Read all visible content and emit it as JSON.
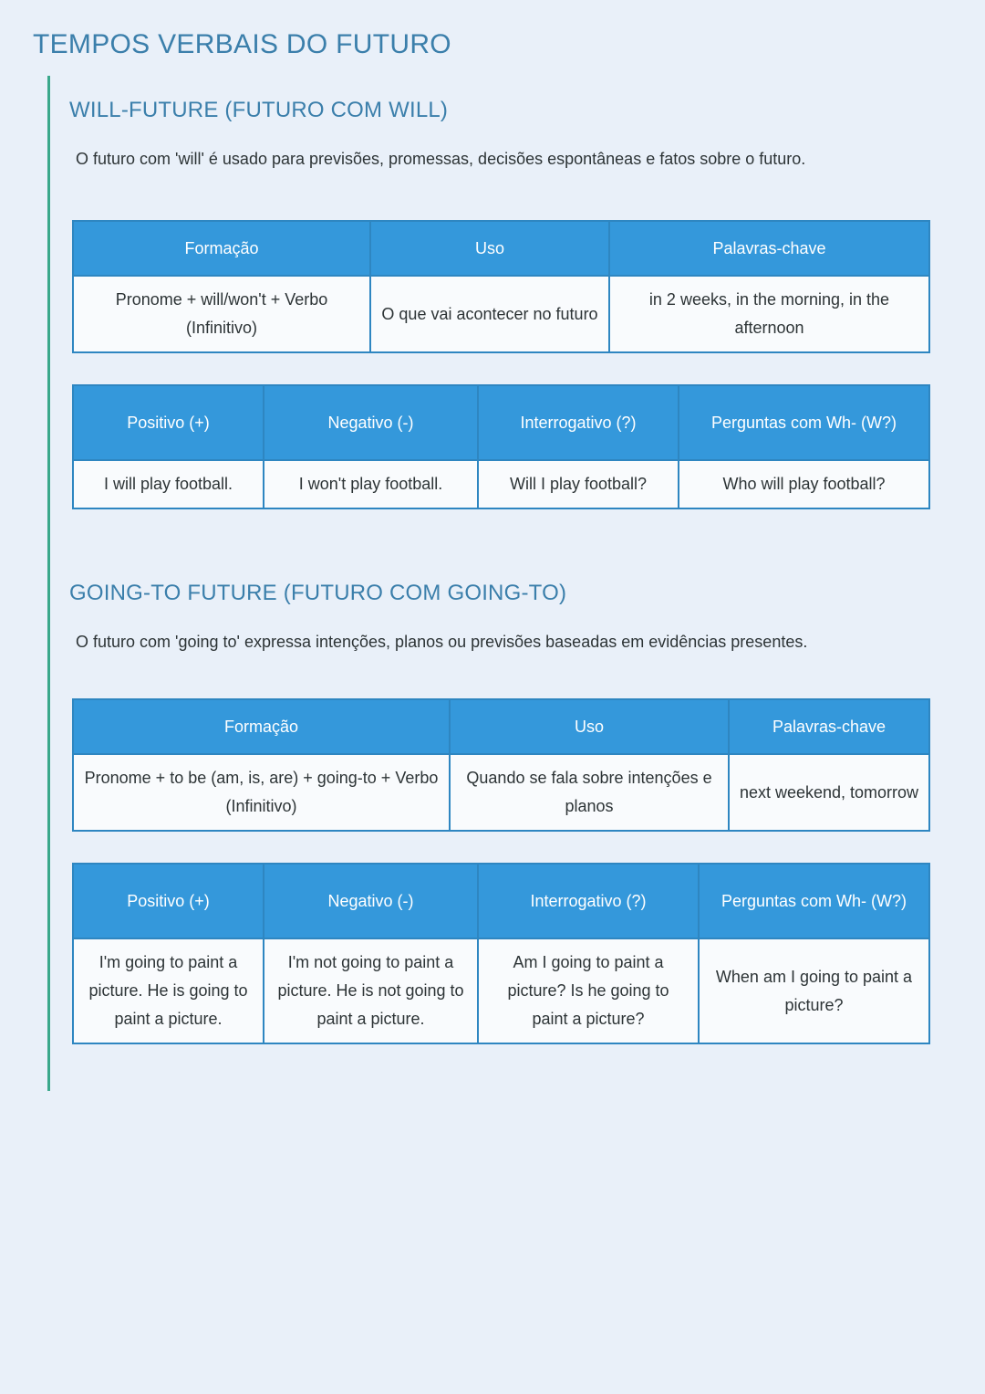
{
  "document": {
    "title": "TEMPOS VERBAIS DO FUTURO"
  },
  "colors": {
    "page_background": "#e9f0f9",
    "title_blue": "#3b7fab",
    "header_blue": "#3498db",
    "border_blue": "#2e86c1",
    "accent_green": "#3aa88b",
    "body_text": "#2d3436",
    "cell_background": "#f9fbfd"
  },
  "sections": [
    {
      "id": "will",
      "heading": "WILL-FUTURE (FUTURO COM WILL)",
      "description": "O futuro com 'will' é usado para previsões, promessas, decisões espontâneas e fatos sobre o futuro.",
      "tables": [
        {
          "id": "will-formation",
          "headers": [
            "Formação",
            "Uso",
            "Palavras-chave"
          ],
          "rows": [
            [
              "Pronome + will/won't + Verbo (Infinitivo)",
              "O que vai acontecer no futuro",
              "in 2 weeks, in the morning, in the afternoon"
            ]
          ]
        },
        {
          "id": "will-forms",
          "headers": [
            "Positivo (+)",
            "Negativo (-)",
            "Interrogativo (?)",
            "Perguntas com Wh- (W?)"
          ],
          "rows": [
            [
              "I will play football.",
              "I won't play football.",
              "Will I play football?",
              "Who will play football?"
            ]
          ]
        }
      ]
    },
    {
      "id": "goingto",
      "heading": "GOING-TO FUTURE (FUTURO COM GOING-TO)",
      "description": "O futuro com 'going to' expressa intenções, planos ou previsões baseadas em evidências presentes.",
      "tables": [
        {
          "id": "goingto-formation",
          "headers": [
            "Formação",
            "Uso",
            "Palavras-chave"
          ],
          "rows": [
            [
              "Pronome + to be (am, is, are) + going-to + Verbo (Infinitivo)",
              "Quando se fala sobre intenções e planos",
              "next weekend, tomorrow"
            ]
          ]
        },
        {
          "id": "goingto-forms",
          "headers": [
            "Positivo (+)",
            "Negativo (-)",
            "Interrogativo (?)",
            "Perguntas com Wh- (W?)"
          ],
          "rows": [
            [
              "I'm going to paint a picture. He is going to paint a picture.",
              "I'm not going to paint a picture. He is not going to paint a picture.",
              "Am I going to paint a picture? Is he going to paint a picture?",
              "When am I going to paint a picture?"
            ]
          ]
        }
      ]
    }
  ]
}
